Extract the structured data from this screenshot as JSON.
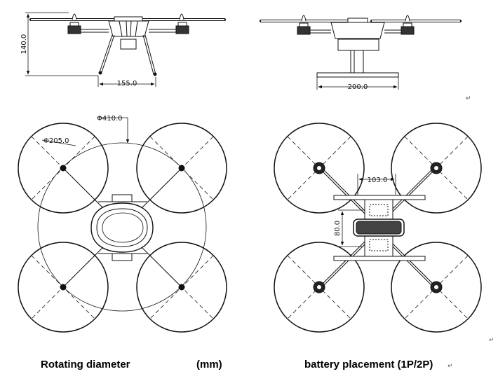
{
  "dimensions": {
    "height_side": "140.0",
    "leg_span": "155.0",
    "base_width": "200.0",
    "rotor_circle": "Φ410.0",
    "prop_diameter": "Φ205.0",
    "battery_length": "103.0",
    "battery_width": "80.0"
  },
  "captions": {
    "left": "Rotating diameter",
    "middle": "(mm)",
    "right": "battery placement (1P/2P)"
  },
  "marks": {
    "return_1": "↵",
    "return_2": "↵",
    "return_3": "↵"
  }
}
